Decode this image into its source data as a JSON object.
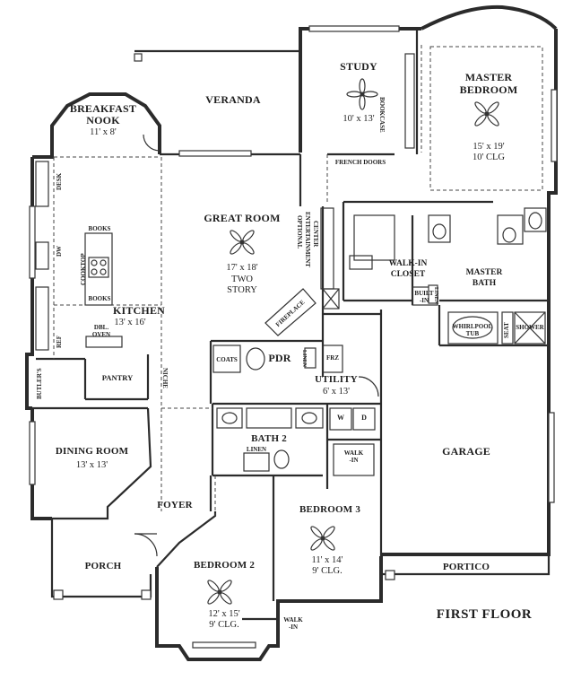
{
  "plan_title": "FIRST FLOOR",
  "rooms": {
    "veranda": {
      "name": "VERANDA"
    },
    "study": {
      "name": "STUDY",
      "dims": "10' x 13'"
    },
    "master_bedroom": {
      "name_line1": "MASTER",
      "name_line2": "BEDROOM",
      "dims": "15' x 19'",
      "ceiling": "10' CLG"
    },
    "breakfast_nook": {
      "name_line1": "BREAKFAST",
      "name_line2": "NOOK",
      "dims": "11' x 8'"
    },
    "great_room": {
      "name": "GREAT ROOM",
      "dims": "17' x 18'",
      "note_line1": "TWO",
      "note_line2": "STORY"
    },
    "kitchen": {
      "name": "KITCHEN",
      "dims": "13' x 16'"
    },
    "walk_in_closet": {
      "name_line1": "WALK-IN",
      "name_line2": "CLOSET"
    },
    "master_bath": {
      "name_line1": "MASTER",
      "name_line2": "BATH"
    },
    "pantry": {
      "name": "PANTRY"
    },
    "pdr": {
      "name": "PDR"
    },
    "utility": {
      "name": "UTILITY",
      "dims": "6' x 13'"
    },
    "dining_room": {
      "name": "DINING ROOM",
      "dims": "13' x 13'"
    },
    "bath_2": {
      "name": "BATH 2"
    },
    "garage": {
      "name": "GARAGE"
    },
    "foyer": {
      "name": "FOYER"
    },
    "bedroom_3": {
      "name": "BEDROOM 3",
      "dims": "11' x 14'",
      "ceiling": "9' CLG."
    },
    "bedroom_2": {
      "name": "BEDROOM 2",
      "dims": "12' x 15'",
      "ceiling": "9' CLG."
    },
    "porch": {
      "name": "PORCH"
    },
    "portico": {
      "name": "PORTICO"
    }
  },
  "fixtures": {
    "bookcase": "BOOKCASE",
    "french_doors": "FRENCH DOORS",
    "desk": "DESK",
    "dw": "DW",
    "books_top": "BOOKS",
    "books_bottom": "BOOKS",
    "cooktop": "COOKTOP",
    "optional_entertainment_line1": "OPTIONAL",
    "optional_entertainment_line2": "ENTERTAINMENT",
    "optional_entertainment_line3": "CENTER",
    "fireplace": "FIREPLACE",
    "built_in_line1": "BUILT",
    "built_in_line2": "-IN",
    "linen_master": "LINEN",
    "whirlpool_line1": "WHIRLPOOL",
    "whirlpool_line2": "TUB",
    "seat": "SEAT",
    "shower": "SHOWER",
    "ref": "REF",
    "dbl_oven_line1": "DBL.",
    "dbl_oven_line2": "OVEN",
    "butlers": "BUTLER'S",
    "niche": "NICHE",
    "coats": "COATS",
    "linen_pdr": "LINEN",
    "frz": "FRZ",
    "washer": "W",
    "dryer": "D",
    "linen_bath2": "LINEN",
    "walk_in_b3_line1": "WALK",
    "walk_in_b3_line2": "-IN",
    "walk_in_b2_line1": "WALK",
    "walk_in_b2_line2": "-IN"
  }
}
